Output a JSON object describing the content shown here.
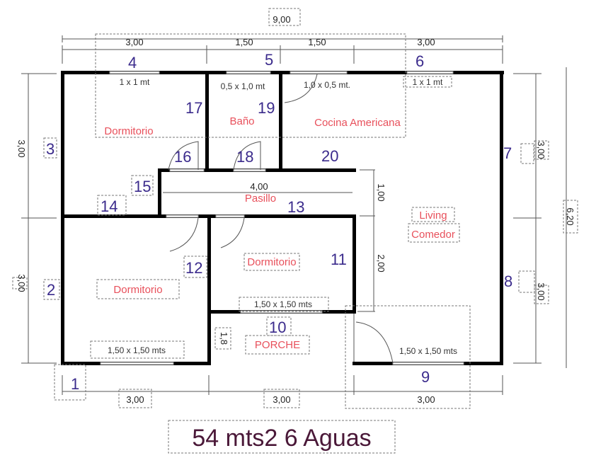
{
  "title": "54 mts2 6 Aguas",
  "rooms": {
    "dormitorio_1": "Dormitorio",
    "bano": "Baño",
    "cocina": "Cocina Americana",
    "pasillo": "Pasillo",
    "living": "Living",
    "comedor": "Comedor",
    "dormitorio_2": "Dormitorio",
    "dormitorio_3": "Dormitorio",
    "porche": "PORCHE"
  },
  "windows": {
    "w1": "1 x 1 mt",
    "w2": "0,5 x 1,0 mt",
    "w3": "1,0 x 0,5 mt.",
    "w4": "1 x 1 mt",
    "w5": "1,50 x 1,50 mts",
    "w6": "1,50 x 1,50 mts",
    "w7": "1,50 x 1,50 mts"
  },
  "numbers": [
    "1",
    "2",
    "3",
    "4",
    "5",
    "6",
    "7",
    "8",
    "9",
    "10",
    "11",
    "12",
    "13",
    "14",
    "15",
    "16",
    "17",
    "18",
    "19",
    "20"
  ],
  "dimensions": {
    "total_width": "9,00",
    "top": [
      "3,00",
      "1,50",
      "1,50",
      "3,00"
    ],
    "bottom": [
      "3,00",
      "3,00",
      "3,00"
    ],
    "left": [
      "3,00",
      "3,00"
    ],
    "right": [
      "3,00",
      "3,00"
    ],
    "total_depth": "6,20",
    "hall_length": "4,00",
    "hall_width": "1,00",
    "right_inner": "2,00",
    "porch_side": "1,8"
  },
  "colors": {
    "wall": "#000000",
    "number": "#3b2b8c",
    "room_label": "#e8505b",
    "title": "#4a1838"
  }
}
